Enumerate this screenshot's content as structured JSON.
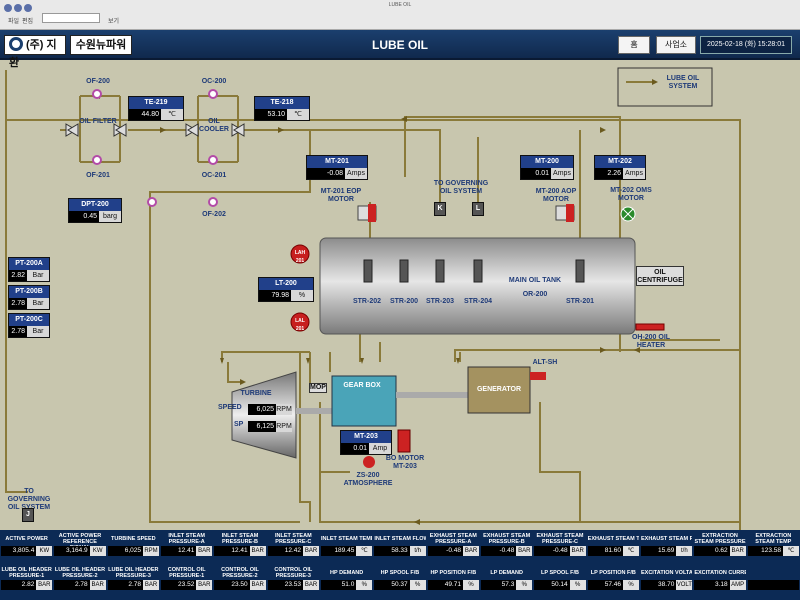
{
  "window": {
    "title": "LUBE OIL",
    "menu": [
      "파일",
      "편집",
      "보기"
    ]
  },
  "header": {
    "company": "(주) 지환",
    "plant": "수원뉴파워",
    "title": "LUBE OIL",
    "home_button": "홈",
    "office_button": "사업소",
    "datetime": "2025-02-18 (화) 15:28:01"
  },
  "legend": {
    "label": "LUBE OIL SYSTEM"
  },
  "labels": {
    "of200": "OF-200",
    "of201": "OF-201",
    "oil_filter": "OIL FILTER",
    "oc200": "OC-200",
    "oc201": "OC-201",
    "oil_cooler": "OIL COOLER",
    "of202": "OF-202",
    "eop_motor": "MT-201 EOP MOTOR",
    "to_governing": "TO GOVERNING OIL SYSTEM",
    "aop_motor": "MT-200 AOP MOTOR",
    "oms_motor": "MT-202 OMS MOTOR",
    "main_tank": "MAIN OIL TANK",
    "main_tank_id": "OR-200",
    "centrifuge": "OIL CENTRIFUGE",
    "heater": "OH-200 OIL HEATER",
    "alt_sh": "ALT-SH",
    "generator": "GENERATOR",
    "gear_box": "GEAR BOX",
    "mop": "MOP",
    "turbine": "TURBINE",
    "bo_motor": "BO MOTOR MT-203",
    "zs200": "ZS-200 ATMOSPHERE",
    "to_governing2": "TO GOVERNING OIL SYSTEM",
    "k": "K",
    "l": "L",
    "j": "J",
    "lah": "LAH 201",
    "lal": "LAL 201",
    "str202": "STR-202",
    "str200": "STR-200",
    "str203": "STR-203",
    "str204": "STR-204",
    "str201": "STR-201"
  },
  "tags": {
    "te219": {
      "name": "TE-219",
      "value": "44.80",
      "unit": "℃"
    },
    "te218": {
      "name": "TE-218",
      "value": "53.10",
      "unit": "℃"
    },
    "dpt200": {
      "name": "DPT-200",
      "value": "0.45",
      "unit": "barg"
    },
    "mt201": {
      "name": "MT-201",
      "value": "-0.08",
      "unit": "Amps"
    },
    "mt200": {
      "name": "MT-200",
      "value": "0.01",
      "unit": "Amps"
    },
    "mt202": {
      "name": "MT-202",
      "value": "2.26",
      "unit": "Amps"
    },
    "pt200a": {
      "name": "PT-200A",
      "value": "2.82",
      "unit": "Bar"
    },
    "pt200b": {
      "name": "PT-200B",
      "value": "2.78",
      "unit": "Bar"
    },
    "pt200c": {
      "name": "PT-200C",
      "value": "2.78",
      "unit": "Bar"
    },
    "lt200": {
      "name": "LT-200",
      "value": "79.98",
      "unit": "%"
    },
    "mt203": {
      "name": "MT-203",
      "value": "0.01",
      "unit": "Amp"
    },
    "speed": {
      "name": "SPEED",
      "value": "6,025",
      "unit": "RPM"
    },
    "sp": {
      "name": "SP",
      "value": "6,125",
      "unit": "RPM"
    }
  },
  "grid": {
    "row1": [
      {
        "h": "ACTIVE POWER",
        "v": "3,805.4",
        "u": "KW"
      },
      {
        "h": "ACTIVE POWER REFERENCE SIGNAL",
        "v": "3,164.9",
        "u": "KW"
      },
      {
        "h": "TURBINE SPEED",
        "v": "6,025",
        "u": "RPM"
      },
      {
        "h": "INLET STEAM PRESSURE-A",
        "v": "12.41",
        "u": "BAR"
      },
      {
        "h": "INLET STEAM PRESSURE-B",
        "v": "12.41",
        "u": "BAR"
      },
      {
        "h": "INLET STEAM PRESSURE-C",
        "v": "12.42",
        "u": "BAR"
      },
      {
        "h": "INLET STEAM TEMP",
        "v": "189.45",
        "u": "℃"
      },
      {
        "h": "INLET STEAM FLOW",
        "v": "58.33",
        "u": "t/h"
      },
      {
        "h": "EXHAUST STEAM PRESSURE-A",
        "v": "-0.48",
        "u": "BAR"
      },
      {
        "h": "EXHAUST STEAM PRESSURE-B",
        "v": "-0.48",
        "u": "BAR"
      },
      {
        "h": "EXHAUST STEAM PRESSURE-C",
        "v": "-0.48",
        "u": "BAR"
      },
      {
        "h": "EXHAUST STEAM TEMP",
        "v": "81.60",
        "u": "℃"
      },
      {
        "h": "EXHAUST STEAM FLOW",
        "v": "15.69",
        "u": "t/h"
      },
      {
        "h": "EXTRACTION STEAM PRESSURE",
        "v": "0.62",
        "u": "BAR"
      },
      {
        "h": "EXTRACTION STEAM TEMP",
        "v": "123.58",
        "u": "℃"
      }
    ],
    "row2": [
      {
        "h": "LUBE OIL HEADER PRESSURE-1",
        "v": "2.82",
        "u": "BAR"
      },
      {
        "h": "LUBE OIL HEADER PRESSURE-2",
        "v": "2.78",
        "u": "BAR"
      },
      {
        "h": "LUBE OIL HEADER PRESSURE-3",
        "v": "2.78",
        "u": "BAR"
      },
      {
        "h": "CONTROL OIL PRESSURE-1",
        "v": "23.52",
        "u": "BAR"
      },
      {
        "h": "CONTROL OIL PRESSURE-2",
        "v": "23.50",
        "u": "BAR"
      },
      {
        "h": "CONTROL OIL PRESSURE-3",
        "v": "23.53",
        "u": "BAR"
      },
      {
        "h": "HP DEMAND",
        "v": "51.0",
        "u": "%"
      },
      {
        "h": "HP SPOOL F/B",
        "v": "50.37",
        "u": "%"
      },
      {
        "h": "HP POSITION F/B",
        "v": "49.71",
        "u": "%"
      },
      {
        "h": "LP DEMAND",
        "v": "57.3",
        "u": "%"
      },
      {
        "h": "LP SPOOL F/B",
        "v": "50.14",
        "u": "%"
      },
      {
        "h": "LP POSITION F/B",
        "v": "57.46",
        "u": "%"
      },
      {
        "h": "EXCITATION VOLTAGE",
        "v": "38.70",
        "u": "VOLT"
      },
      {
        "h": "EXCITATION CURRENT",
        "v": "3.18",
        "u": "AMP"
      },
      {
        "h": "",
        "v": "",
        "u": ""
      }
    ]
  },
  "colors": {
    "pipe": "#8a7a3a",
    "panel": "#c8c6ae",
    "tag_header": "#21408a",
    "grid_bg": "#0c2a55"
  }
}
